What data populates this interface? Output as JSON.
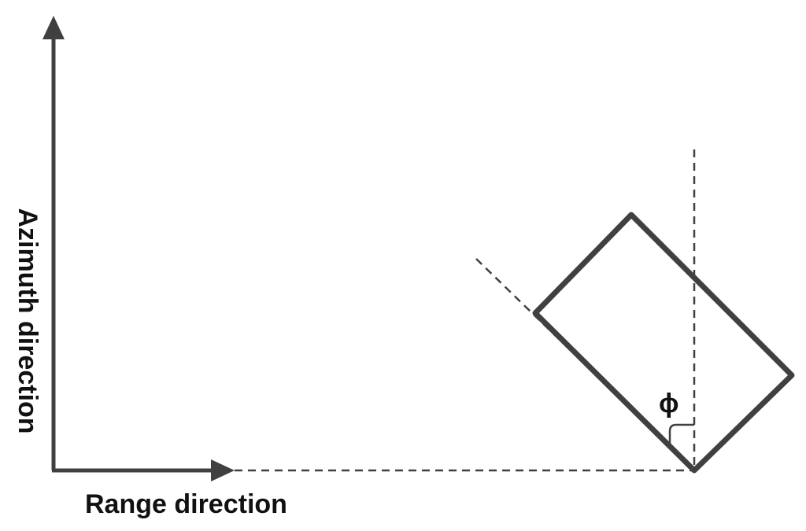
{
  "diagram": {
    "azimuth_label": "Azimuth direction",
    "range_label": "Range direction",
    "angle_symbol": "ϕ"
  },
  "colors": {
    "stroke": "#404040",
    "text": "#111111",
    "background": "#ffffff"
  }
}
